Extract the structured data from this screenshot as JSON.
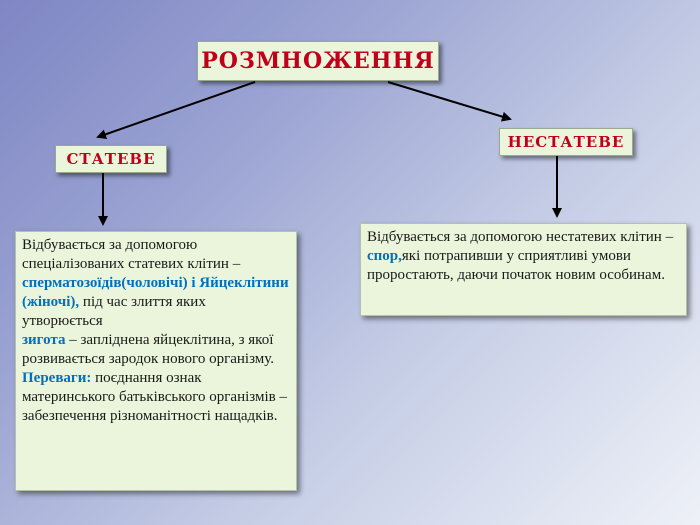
{
  "title": "РОЗМНОЖЕННЯ",
  "sexual": {
    "label": "СТАТЕВЕ",
    "desc_1": "Відбувається за допомогою спеціалізованих статевих клітин – ",
    "highlight_1": "сперматозоїдів(чоловічі) і Яйцеклітини (жіночі),",
    "desc_2": " під час злиття яких утворюється ",
    "highlight_2": "зигота",
    "desc_3": " – запліднена яйцеклітина, з якої розвивається зародок нового організму.",
    "advantages_label": "Переваги:",
    "advantages_text": " поєднання ознак материнського батьківського організмів – забезпечення різноманітності нащадків."
  },
  "asexual": {
    "label": "НЕСТАТЕВЕ",
    "desc_1": "Відбувається за допомогою нестатевих клітин – ",
    "highlight_1": "спор,",
    "desc_2": "які потрапивши у сприятливі умови проростають, даючи початок новим особинам."
  }
}
